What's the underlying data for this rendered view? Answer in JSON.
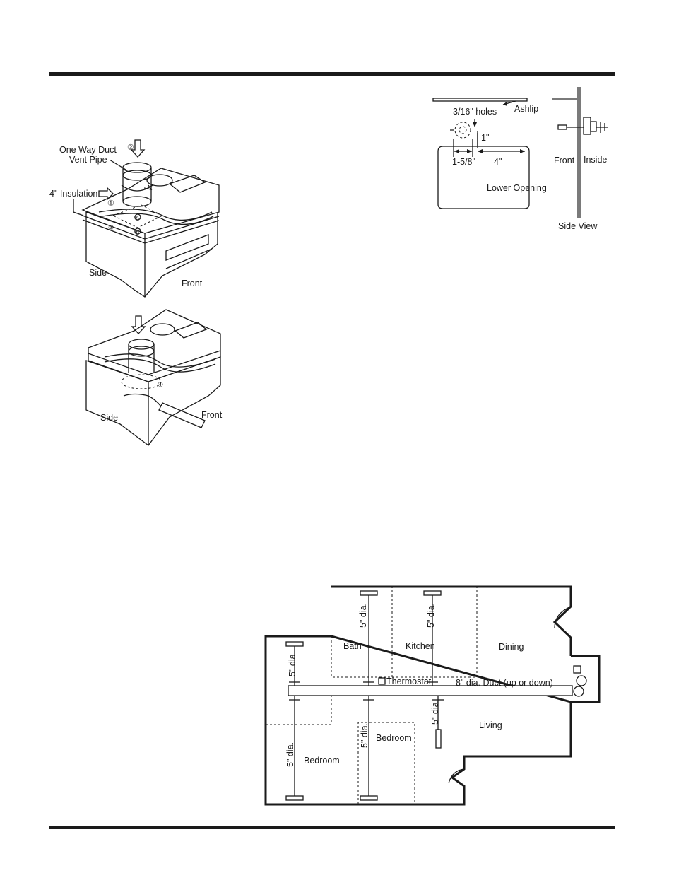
{
  "figure_install": {
    "label_duct": [
      "One Way Duct",
      "Vent Pipe"
    ],
    "label_insulation": "4\" Insulation",
    "callouts": [
      "②",
      "①",
      "Ⓐ",
      "Ⓑ",
      "③",
      "④"
    ],
    "label_side": "Side",
    "label_front": "Front"
  },
  "figure_ashlip": {
    "label_ashlip": "Ashlip",
    "label_holes": "3/16\" holes",
    "dim_vertical": "1\"",
    "dim_left": "1-5/8\"",
    "dim_right": "4\"",
    "label_opening": "Lower Opening",
    "label_front": "Front",
    "label_inside": "Inside",
    "label_sideview": "Side View"
  },
  "floor_plan": {
    "rooms": [
      "Bath",
      "Kitchen",
      "Dining",
      "Living",
      "Bedroom",
      "Bedroom"
    ],
    "duct_label": "8\" dia. Duct (up or down)",
    "thermostat_label": "Thermostat",
    "branch_label": "5\" dia."
  }
}
